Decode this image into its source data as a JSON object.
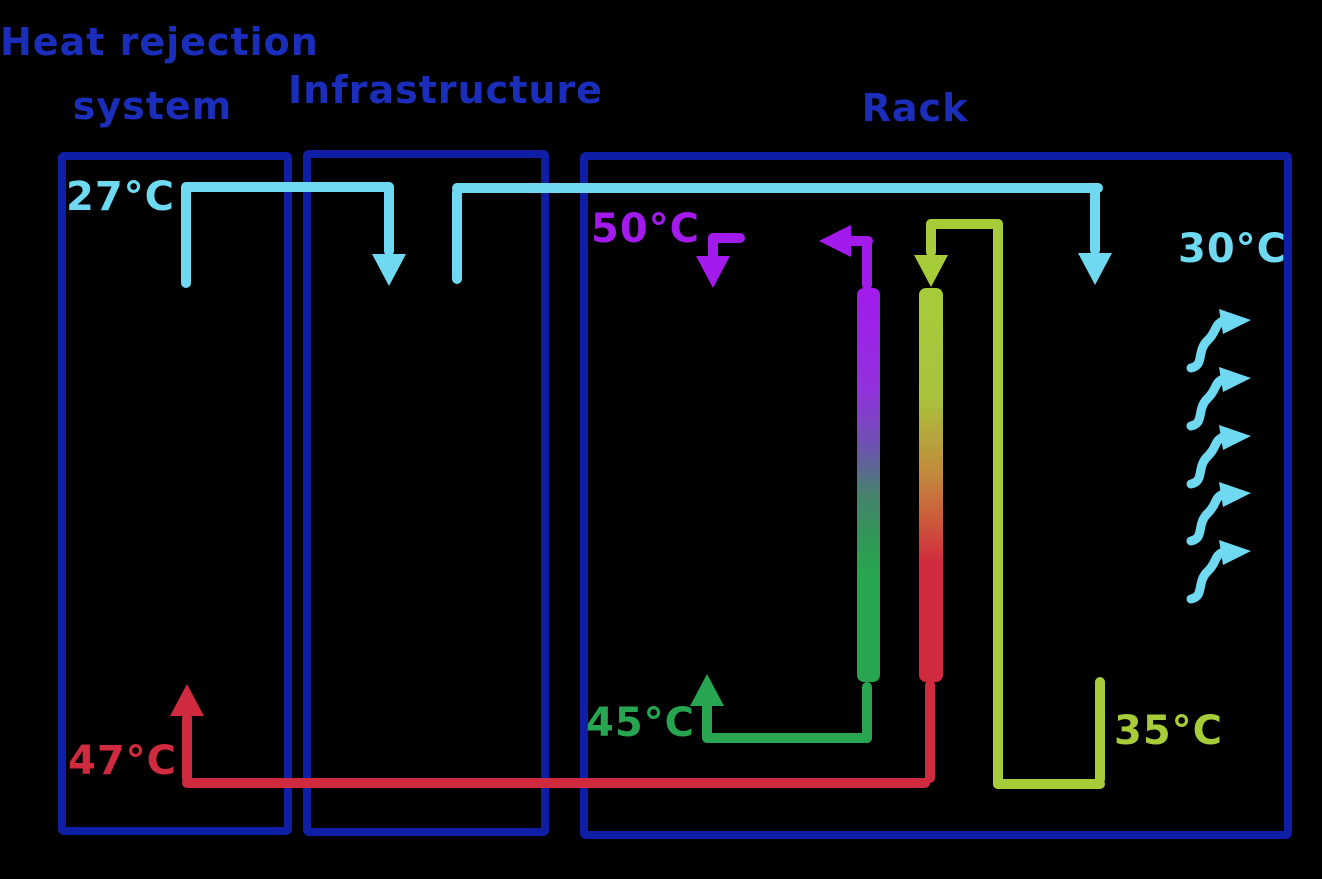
{
  "sections": {
    "heat_rejection": {
      "title_line1": "Heat rejection",
      "title_line2": "system"
    },
    "infrastructure": {
      "title": "Infrastructure"
    },
    "rack": {
      "title": "Rack"
    }
  },
  "temperatures": {
    "facility_supply": "27°C",
    "facility_return": "47°C",
    "rack_exhaust": "50°C",
    "rack_air": "30°C",
    "coolant_return": "45°C",
    "coolant_supply": "35°C"
  },
  "airflow": {
    "arrow_count": 5
  },
  "colors": {
    "box_border_blue": "#0e1fa5",
    "title_blue": "#1b2dbb",
    "cold_cyan": "#6fd9f2",
    "exhaust_purple": "#a21bec",
    "supply_yellowgreen": "#a6cc3a",
    "return_green": "#27a550",
    "hot_red": "#d02a3e"
  }
}
